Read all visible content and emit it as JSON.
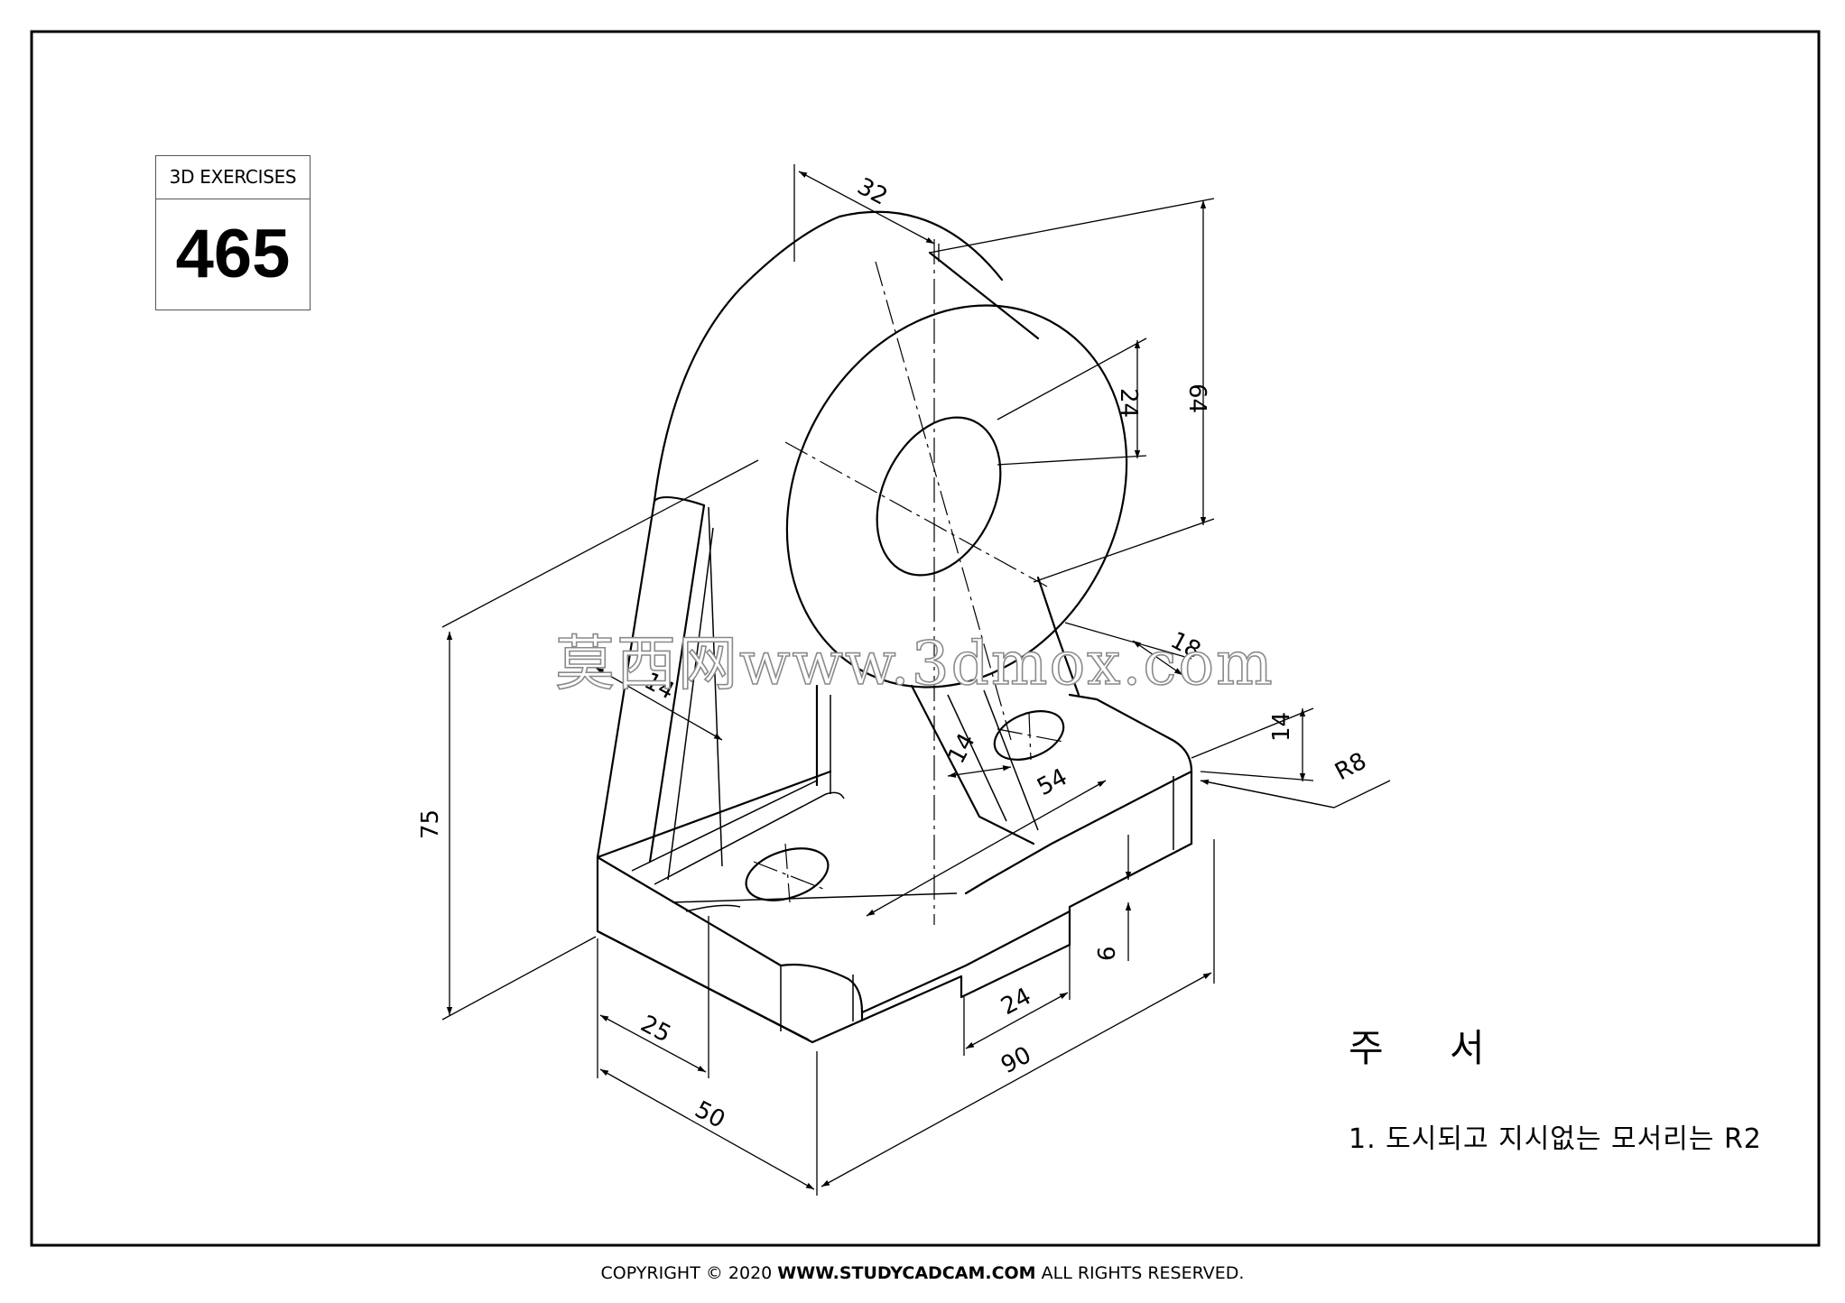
{
  "title_block": {
    "label": "3D EXERCISES",
    "number": "465"
  },
  "dimensions": {
    "d32": "32",
    "d64": "64",
    "d24_hole": "24",
    "d18": "18",
    "d14_rib": "14",
    "d14_web": "14",
    "d14_height": "14",
    "d54": "54",
    "r8": "R8",
    "d75": "75",
    "d6": "6",
    "d24_slot": "24",
    "d25": "25",
    "d50": "50",
    "d90": "90"
  },
  "notes": {
    "heading": "주 서",
    "item": "1. 도시되고 지시없는 모서리는 R2"
  },
  "footer": {
    "prefix": "COPYRIGHT © 2020 ",
    "site": "WWW.STUDYCADCAM.COM",
    "suffix": " ALL RIGHTS RESERVED."
  },
  "watermark": "莫西网www.3dmox.com"
}
